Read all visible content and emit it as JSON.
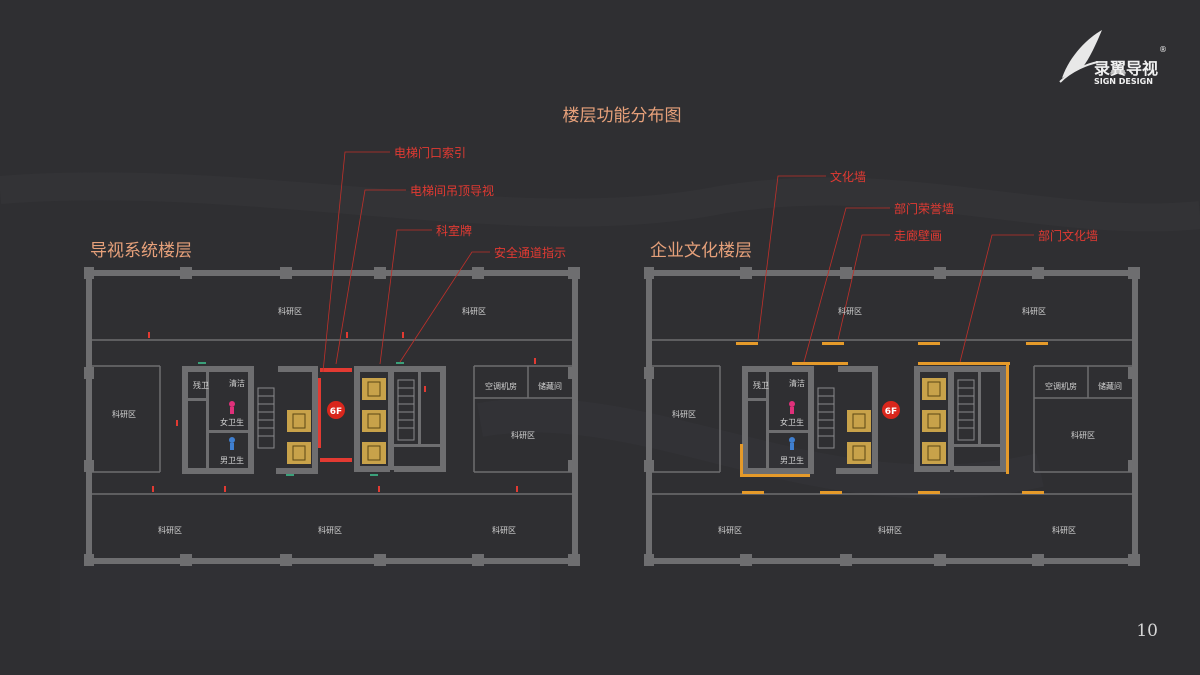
{
  "page": {
    "title": "楼层功能分布图",
    "number": "10"
  },
  "logo": {
    "cn": "录翼导视",
    "en": "SIGN DESIGN",
    "mark": "®"
  },
  "left_plan": {
    "title": "导视系统楼层",
    "callouts": [
      "电梯门口索引",
      "电梯间吊顶导视",
      "科室牌",
      "安全通道指示"
    ],
    "floor_badge": "6F",
    "rooms": {
      "top_left": "科研区",
      "top_right": "科研区",
      "mid_left": "科研区",
      "disabled_wc": "残卫",
      "cleaning": "清洁",
      "female_wc": "女卫生",
      "male_wc": "男卫生",
      "ac_room": "空调机房",
      "storage": "储藏间",
      "mid_right": "科研区",
      "bottom_1": "科研区",
      "bottom_2": "科研区",
      "bottom_3": "科研区"
    }
  },
  "right_plan": {
    "title": "企业文化楼层",
    "callouts": [
      "文化墙",
      "部门荣誉墙",
      "走廊壁画",
      "部门文化墙"
    ],
    "floor_badge": "6F",
    "rooms": {
      "top_left": "科研区",
      "top_right": "科研区",
      "mid_left": "科研区",
      "disabled_wc": "残卫",
      "cleaning": "清洁",
      "female_wc": "女卫生",
      "male_wc": "男卫生",
      "ac_room": "空调机房",
      "storage": "储藏间",
      "mid_right": "科研区",
      "bottom_1": "科研区",
      "bottom_2": "科研区",
      "bottom_3": "科研区"
    }
  },
  "colors": {
    "background": "#2f2f32",
    "wall": "#6e6e70",
    "title_text": "#e6a07a",
    "callout_red": "#e23a32",
    "accent_orange": "#e59a2a",
    "elevator_gold": "#c8a24a",
    "badge_red": "#d9261c",
    "female_icon": "#e0307a",
    "male_icon": "#3f7fd0"
  }
}
